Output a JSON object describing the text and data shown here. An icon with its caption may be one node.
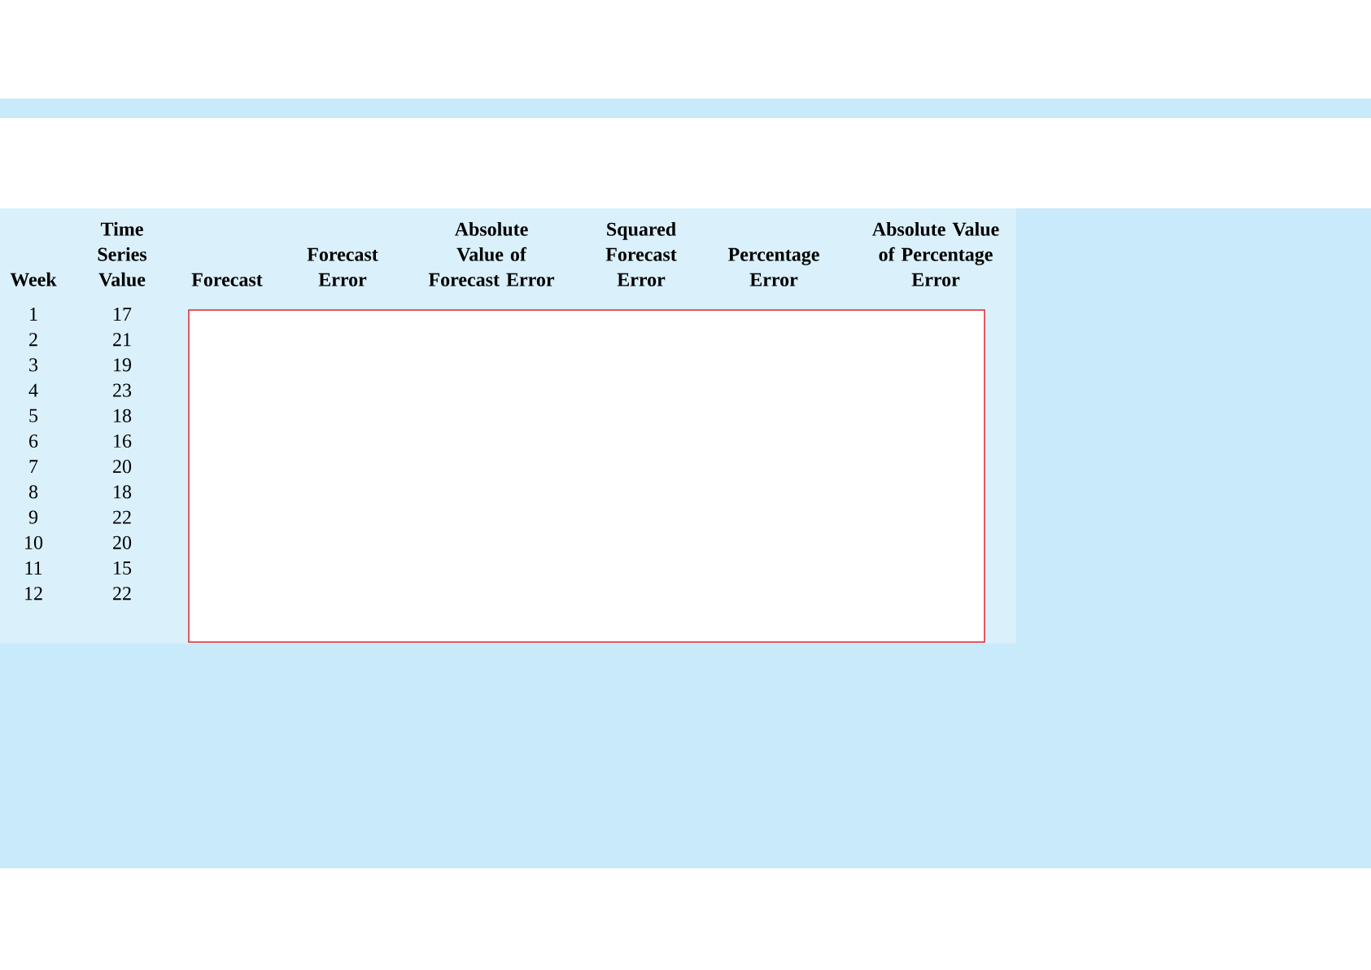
{
  "diagram": {
    "nodes": [
      {
        "text": [],
        "shape": "bar"
      }
    ],
    "labels": [
      "Week",
      "Time Series Value",
      "Forecast",
      "Forecast Error",
      "Absolute Value of Forecast Error",
      "Squared Forecast Error",
      "Percentage Error",
      "Absolute Value of Percentage Error",
      "1",
      "17",
      "2",
      "21",
      "3",
      "19",
      "4",
      "23",
      "5",
      "18",
      "6",
      "16",
      "7",
      "20",
      "8",
      "18",
      "9",
      "22",
      "10",
      "20",
      "11",
      "15",
      "12",
      "22"
    ]
  }
}
